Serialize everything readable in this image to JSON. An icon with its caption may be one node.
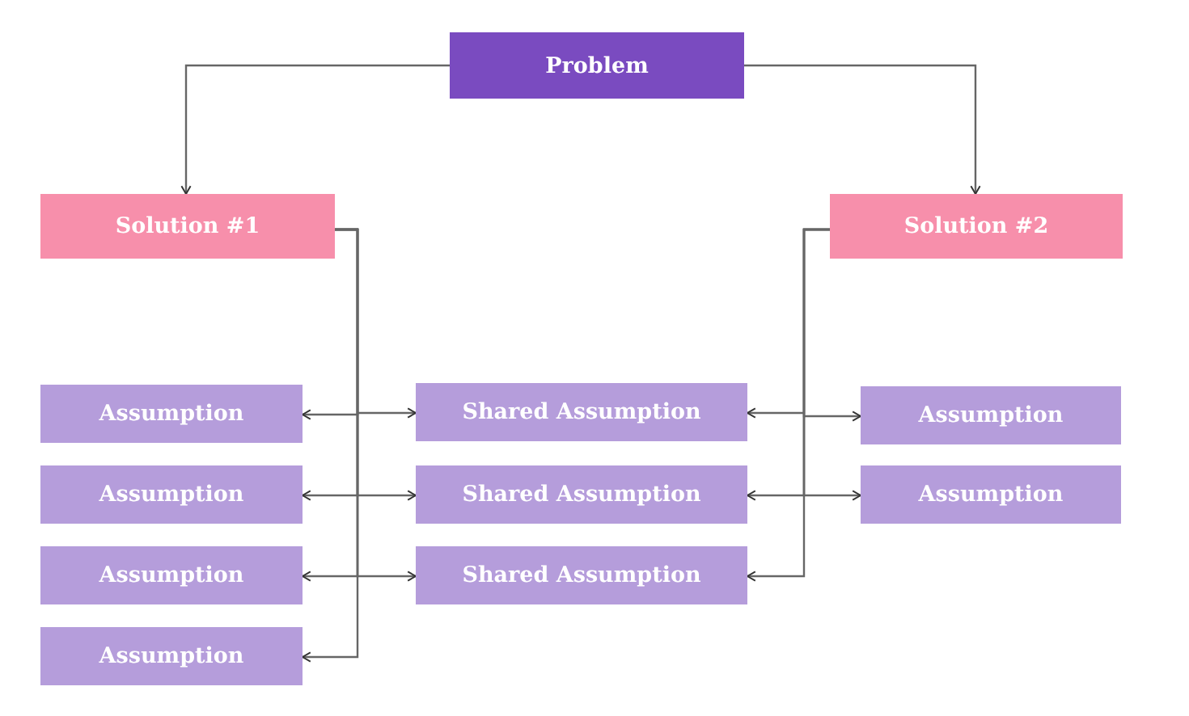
{
  "diagram": {
    "nodes": [
      {
        "text": [
          "Problem"
        ]
      },
      {
        "text": [
          "Solution #1"
        ]
      },
      {
        "text": [
          "Solution #2"
        ]
      },
      {
        "text": [
          "Assumption"
        ]
      },
      {
        "text": [
          "Shared Assumption"
        ]
      },
      {
        "text": [
          "Assumption"
        ]
      },
      {
        "text": [
          "Assumption"
        ]
      },
      {
        "text": [
          "Shared Assumption"
        ]
      },
      {
        "text": [
          "Assumption"
        ]
      },
      {
        "text": [
          "Assumption"
        ]
      },
      {
        "text": [
          "Shared Assumption"
        ]
      },
      {
        "text": [
          "Assumption"
        ]
      }
    ],
    "edges": [
      {
        "from": 0,
        "to": 1,
        "arrow": "to"
      },
      {
        "from": 0,
        "to": 2,
        "arrow": "to"
      },
      {
        "from": 1,
        "to": 3,
        "arrow": "to"
      },
      {
        "from": 1,
        "to": 4,
        "arrow": "to"
      },
      {
        "from": 1,
        "to": 6,
        "arrow": "to"
      },
      {
        "from": 1,
        "to": 7,
        "arrow": "to"
      },
      {
        "from": 1,
        "to": 9,
        "arrow": "to"
      },
      {
        "from": 1,
        "to": 10,
        "arrow": "to"
      },
      {
        "from": 1,
        "to": 11,
        "arrow": "to"
      },
      {
        "from": 2,
        "to": 4,
        "arrow": "to"
      },
      {
        "from": 2,
        "to": 5,
        "arrow": "to"
      },
      {
        "from": 2,
        "to": 7,
        "arrow": "to"
      },
      {
        "from": 2,
        "to": 8,
        "arrow": "to"
      },
      {
        "from": 2,
        "to": 10,
        "arrow": "to"
      }
    ]
  }
}
